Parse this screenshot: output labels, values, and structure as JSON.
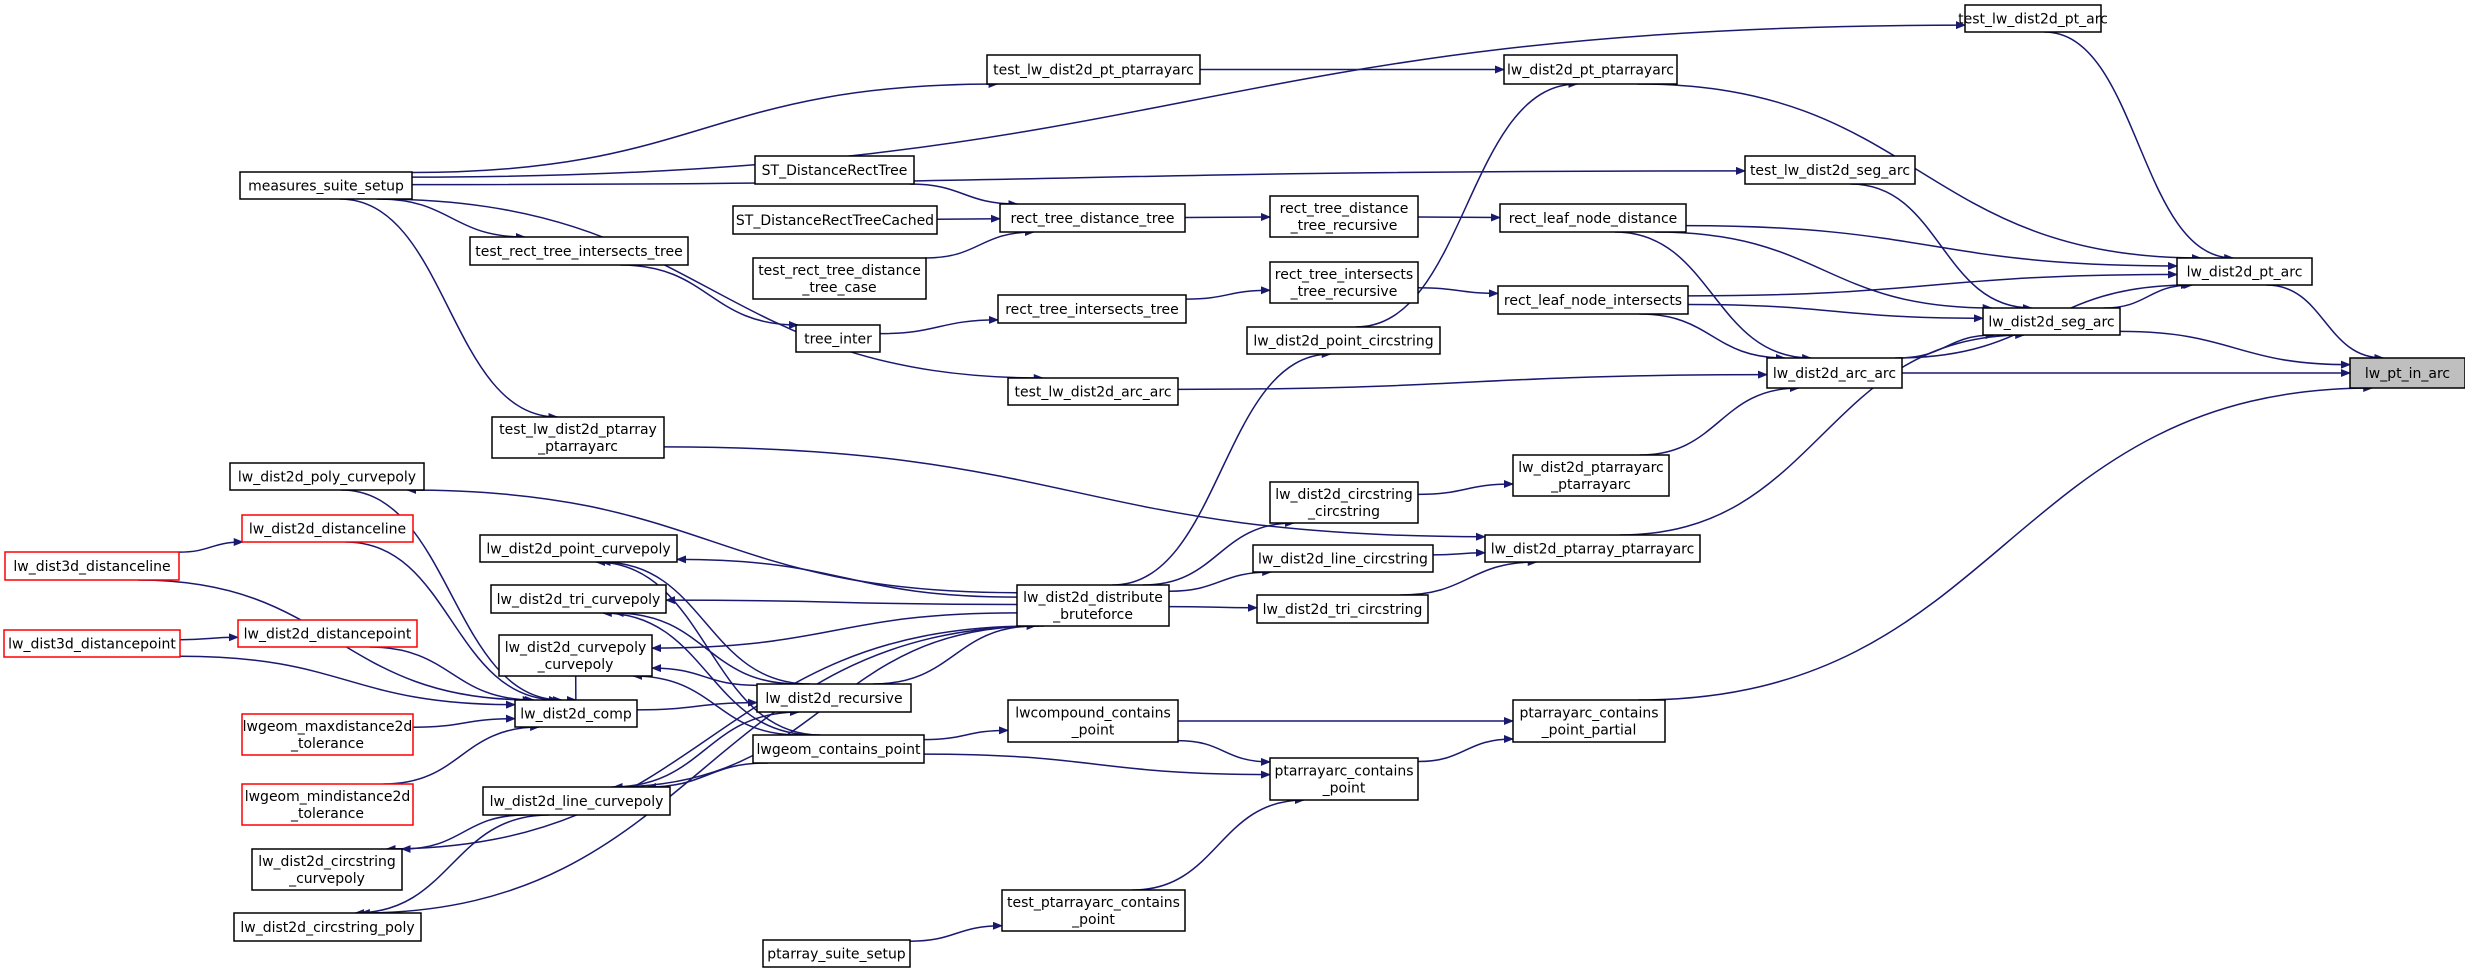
{
  "nodes": [
    {
      "id": "lw_pt_in_arc",
      "lines": [
        "lw_pt_in_arc"
      ],
      "style": "focus"
    },
    {
      "id": "lw_dist2d_pt_arc",
      "lines": [
        "lw_dist2d_pt_arc"
      ],
      "style": "normal"
    },
    {
      "id": "lw_dist2d_seg_arc",
      "lines": [
        "lw_dist2d_seg_arc"
      ],
      "style": "normal"
    },
    {
      "id": "lw_dist2d_arc_arc",
      "lines": [
        "lw_dist2d_arc_arc"
      ],
      "style": "normal"
    },
    {
      "id": "ptarrayarc_contains_point_partial",
      "lines": [
        "ptarrayarc_contains",
        "_point_partial"
      ],
      "style": "normal"
    },
    {
      "id": "test_lw_dist2d_pt_arc",
      "lines": [
        "test_lw_dist2d_pt_arc"
      ],
      "style": "normal"
    },
    {
      "id": "lw_dist2d_pt_ptarrayarc",
      "lines": [
        "lw_dist2d_pt_ptarrayarc"
      ],
      "style": "normal"
    },
    {
      "id": "test_lw_dist2d_seg_arc",
      "lines": [
        "test_lw_dist2d_seg_arc"
      ],
      "style": "normal"
    },
    {
      "id": "rect_leaf_node_distance",
      "lines": [
        "rect_leaf_node_distance"
      ],
      "style": "normal"
    },
    {
      "id": "rect_leaf_node_intersects",
      "lines": [
        "rect_leaf_node_intersects"
      ],
      "style": "normal"
    },
    {
      "id": "lw_dist2d_ptarrayarc_ptarrayarc",
      "lines": [
        "lw_dist2d_ptarrayarc",
        "_ptarrayarc"
      ],
      "style": "normal"
    },
    {
      "id": "lw_dist2d_ptarray_ptarrayarc",
      "lines": [
        "lw_dist2d_ptarray_ptarrayarc"
      ],
      "style": "normal"
    },
    {
      "id": "ptarrayarc_contains_point",
      "lines": [
        "ptarrayarc_contains",
        "_point"
      ],
      "style": "normal"
    },
    {
      "id": "test_lw_dist2d_pt_ptarrayarc",
      "lines": [
        "test_lw_dist2d_pt_ptarrayarc"
      ],
      "style": "normal"
    },
    {
      "id": "rect_tree_distance_tree_recursive",
      "lines": [
        "rect_tree_distance",
        "_tree_recursive"
      ],
      "style": "normal"
    },
    {
      "id": "rect_tree_intersects_tree_recursive",
      "lines": [
        "rect_tree_intersects",
        "_tree_recursive"
      ],
      "style": "normal"
    },
    {
      "id": "lw_dist2d_point_circstring",
      "lines": [
        "lw_dist2d_point_circstring"
      ],
      "style": "normal"
    },
    {
      "id": "lw_dist2d_circstring_circstring",
      "lines": [
        "lw_dist2d_circstring",
        "_circstring"
      ],
      "style": "normal"
    },
    {
      "id": "lw_dist2d_line_circstring",
      "lines": [
        "lw_dist2d_line_circstring"
      ],
      "style": "normal"
    },
    {
      "id": "lw_dist2d_tri_circstring",
      "lines": [
        "lw_dist2d_tri_circstring"
      ],
      "style": "normal"
    },
    {
      "id": "lwcompound_contains_point",
      "lines": [
        "lwcompound_contains",
        "_point"
      ],
      "style": "normal"
    },
    {
      "id": "test_ptarrayarc_contains_point",
      "lines": [
        "test_ptarrayarc_contains",
        "_point"
      ],
      "style": "normal"
    },
    {
      "id": "rect_tree_distance_tree",
      "lines": [
        "rect_tree_distance_tree"
      ],
      "style": "normal"
    },
    {
      "id": "rect_tree_intersects_tree",
      "lines": [
        "rect_tree_intersects_tree"
      ],
      "style": "normal"
    },
    {
      "id": "test_lw_dist2d_arc_arc",
      "lines": [
        "test_lw_dist2d_arc_arc"
      ],
      "style": "normal"
    },
    {
      "id": "lw_dist2d_distribute_bruteforce",
      "lines": [
        "lw_dist2d_distribute",
        "_bruteforce"
      ],
      "style": "normal"
    },
    {
      "id": "ptarray_suite_setup",
      "lines": [
        "ptarray_suite_setup"
      ],
      "style": "normal"
    },
    {
      "id": "ST_DistanceRectTree",
      "lines": [
        "ST_DistanceRectTree"
      ],
      "style": "normal"
    },
    {
      "id": "ST_DistanceRectTreeCached",
      "lines": [
        "ST_DistanceRectTreeCached"
      ],
      "style": "normal"
    },
    {
      "id": "test_rect_tree_distance_tree_case",
      "lines": [
        "test_rect_tree_distance",
        "_tree_case"
      ],
      "style": "normal"
    },
    {
      "id": "tree_inter",
      "lines": [
        "tree_inter"
      ],
      "style": "normal"
    },
    {
      "id": "measures_suite_setup",
      "lines": [
        "measures_suite_setup"
      ],
      "style": "normal"
    },
    {
      "id": "test_rect_tree_intersects_tree",
      "lines": [
        "test_rect_tree_intersects_tree"
      ],
      "style": "normal"
    },
    {
      "id": "test_lw_dist2d_ptarray_ptarrayarc",
      "lines": [
        "test_lw_dist2d_ptarray",
        "_ptarrayarc"
      ],
      "style": "normal"
    },
    {
      "id": "lw_dist2d_point_curvepoly",
      "lines": [
        "lw_dist2d_point_curvepoly"
      ],
      "style": "normal"
    },
    {
      "id": "lw_dist2d_tri_curvepoly",
      "lines": [
        "lw_dist2d_tri_curvepoly"
      ],
      "style": "normal"
    },
    {
      "id": "lw_dist2d_curvepoly_curvepoly",
      "lines": [
        "lw_dist2d_curvepoly",
        "_curvepoly"
      ],
      "style": "normal"
    },
    {
      "id": "lw_dist2d_recursive",
      "lines": [
        "lw_dist2d_recursive"
      ],
      "style": "normal"
    },
    {
      "id": "lwgeom_contains_point",
      "lines": [
        "lwgeom_contains_point"
      ],
      "style": "normal"
    },
    {
      "id": "lw_dist2d_line_curvepoly",
      "lines": [
        "lw_dist2d_line_curvepoly"
      ],
      "style": "normal"
    },
    {
      "id": "lw_dist2d_poly_curvepoly",
      "lines": [
        "lw_dist2d_poly_curvepoly"
      ],
      "style": "normal"
    },
    {
      "id": "lw_dist2d_circstring_curvepoly",
      "lines": [
        "lw_dist2d_circstring",
        "_curvepoly"
      ],
      "style": "normal"
    },
    {
      "id": "lw_dist2d_circstring_poly",
      "lines": [
        "lw_dist2d_circstring_poly"
      ],
      "style": "normal"
    },
    {
      "id": "lw_dist2d_comp",
      "lines": [
        "lw_dist2d_comp"
      ],
      "style": "normal"
    },
    {
      "id": "lw_dist2d_distanceline",
      "lines": [
        "lw_dist2d_distanceline"
      ],
      "style": "red"
    },
    {
      "id": "lw_dist2d_distancepoint",
      "lines": [
        "lw_dist2d_distancepoint"
      ],
      "style": "red"
    },
    {
      "id": "lwgeom_maxdistance2d_tolerance",
      "lines": [
        "lwgeom_maxdistance2d",
        "_tolerance"
      ],
      "style": "red"
    },
    {
      "id": "lwgeom_mindistance2d_tolerance",
      "lines": [
        "lwgeom_mindistance2d",
        "_tolerance"
      ],
      "style": "red"
    },
    {
      "id": "lw_dist3d_distanceline",
      "lines": [
        "lw_dist3d_distanceline"
      ],
      "style": "red"
    },
    {
      "id": "lw_dist3d_distancepoint",
      "lines": [
        "lw_dist3d_distancepoint"
      ],
      "style": "red"
    }
  ],
  "edges": [
    [
      "lw_dist2d_pt_arc",
      "lw_pt_in_arc"
    ],
    [
      "lw_dist2d_seg_arc",
      "lw_pt_in_arc"
    ],
    [
      "lw_dist2d_arc_arc",
      "lw_pt_in_arc"
    ],
    [
      "ptarrayarc_contains_point_partial",
      "lw_pt_in_arc"
    ],
    [
      "test_lw_dist2d_pt_arc",
      "lw_dist2d_pt_arc"
    ],
    [
      "lw_dist2d_pt_ptarrayarc",
      "lw_dist2d_pt_arc"
    ],
    [
      "rect_leaf_node_distance",
      "lw_dist2d_pt_arc"
    ],
    [
      "rect_leaf_node_intersects",
      "lw_dist2d_pt_arc"
    ],
    [
      "lw_dist2d_seg_arc",
      "lw_dist2d_pt_arc"
    ],
    [
      "lw_dist2d_arc_arc",
      "lw_dist2d_pt_arc"
    ],
    [
      "test_lw_dist2d_seg_arc",
      "lw_dist2d_seg_arc"
    ],
    [
      "rect_leaf_node_distance",
      "lw_dist2d_seg_arc"
    ],
    [
      "rect_leaf_node_intersects",
      "lw_dist2d_seg_arc"
    ],
    [
      "lw_dist2d_arc_arc",
      "lw_dist2d_seg_arc"
    ],
    [
      "lw_dist2d_ptarray_ptarrayarc",
      "lw_dist2d_seg_arc"
    ],
    [
      "rect_leaf_node_distance",
      "lw_dist2d_arc_arc"
    ],
    [
      "rect_leaf_node_intersects",
      "lw_dist2d_arc_arc"
    ],
    [
      "test_lw_dist2d_arc_arc",
      "lw_dist2d_arc_arc"
    ],
    [
      "lw_dist2d_ptarrayarc_ptarrayarc",
      "lw_dist2d_arc_arc"
    ],
    [
      "lwcompound_contains_point",
      "ptarrayarc_contains_point_partial"
    ],
    [
      "ptarrayarc_contains_point",
      "ptarrayarc_contains_point_partial"
    ],
    [
      "measures_suite_setup",
      "test_lw_dist2d_pt_arc"
    ],
    [
      "test_lw_dist2d_pt_ptarrayarc",
      "lw_dist2d_pt_ptarrayarc"
    ],
    [
      "lw_dist2d_point_circstring",
      "lw_dist2d_pt_ptarrayarc"
    ],
    [
      "measures_suite_setup",
      "test_lw_dist2d_seg_arc"
    ],
    [
      "rect_tree_distance_tree_recursive",
      "rect_leaf_node_distance"
    ],
    [
      "rect_tree_intersects_tree_recursive",
      "rect_leaf_node_intersects"
    ],
    [
      "lw_dist2d_circstring_circstring",
      "lw_dist2d_ptarrayarc_ptarrayarc"
    ],
    [
      "lw_dist2d_line_circstring",
      "lw_dist2d_ptarray_ptarrayarc"
    ],
    [
      "lw_dist2d_tri_circstring",
      "lw_dist2d_ptarray_ptarrayarc"
    ],
    [
      "test_lw_dist2d_ptarray_ptarrayarc",
      "lw_dist2d_ptarray_ptarrayarc"
    ],
    [
      "lwgeom_contains_point",
      "ptarrayarc_contains_point"
    ],
    [
      "lwcompound_contains_point",
      "ptarrayarc_contains_point"
    ],
    [
      "test_ptarrayarc_contains_point",
      "ptarrayarc_contains_point"
    ],
    [
      "measures_suite_setup",
      "test_lw_dist2d_pt_ptarrayarc"
    ],
    [
      "rect_tree_distance_tree",
      "rect_tree_distance_tree_recursive"
    ],
    [
      "rect_tree_intersects_tree",
      "rect_tree_intersects_tree_recursive"
    ],
    [
      "lw_dist2d_distribute_bruteforce",
      "lw_dist2d_point_circstring"
    ],
    [
      "lw_dist2d_distribute_bruteforce",
      "lw_dist2d_circstring_circstring"
    ],
    [
      "lw_dist2d_distribute_bruteforce",
      "lw_dist2d_line_circstring"
    ],
    [
      "lw_dist2d_distribute_bruteforce",
      "lw_dist2d_tri_circstring"
    ],
    [
      "lwgeom_contains_point",
      "lwcompound_contains_point"
    ],
    [
      "ptarray_suite_setup",
      "test_ptarrayarc_contains_point"
    ],
    [
      "ST_DistanceRectTree",
      "rect_tree_distance_tree"
    ],
    [
      "ST_DistanceRectTreeCached",
      "rect_tree_distance_tree"
    ],
    [
      "test_rect_tree_distance_tree_case",
      "rect_tree_distance_tree"
    ],
    [
      "tree_inter",
      "rect_tree_intersects_tree"
    ],
    [
      "measures_suite_setup",
      "test_lw_dist2d_arc_arc"
    ],
    [
      "measures_suite_setup",
      "test_rect_tree_intersects_tree"
    ],
    [
      "test_rect_tree_intersects_tree",
      "tree_inter"
    ],
    [
      "measures_suite_setup",
      "test_lw_dist2d_ptarray_ptarrayarc"
    ],
    [
      "lw_dist2d_recursive",
      "lw_dist2d_distribute_bruteforce"
    ],
    [
      "lw_dist2d_distribute_bruteforce",
      "lw_dist2d_poly_curvepoly"
    ],
    [
      "lw_dist2d_distribute_bruteforce",
      "lw_dist2d_point_curvepoly"
    ],
    [
      "lw_dist2d_distribute_bruteforce",
      "lw_dist2d_tri_curvepoly"
    ],
    [
      "lw_dist2d_distribute_bruteforce",
      "lw_dist2d_curvepoly_curvepoly"
    ],
    [
      "lw_dist2d_distribute_bruteforce",
      "lw_dist2d_line_curvepoly"
    ],
    [
      "lw_dist2d_distribute_bruteforce",
      "lw_dist2d_circstring_curvepoly"
    ],
    [
      "lw_dist2d_distribute_bruteforce",
      "lw_dist2d_circstring_poly"
    ],
    [
      "lw_dist2d_recursive",
      "lw_dist2d_point_curvepoly"
    ],
    [
      "lw_dist2d_recursive",
      "lw_dist2d_tri_curvepoly"
    ],
    [
      "lw_dist2d_recursive",
      "lw_dist2d_curvepoly_curvepoly"
    ],
    [
      "lw_dist2d_comp",
      "lw_dist2d_recursive"
    ],
    [
      "lw_dist2d_line_curvepoly",
      "lw_dist2d_recursive"
    ],
    [
      "lwgeom_contains_point",
      "lw_dist2d_point_curvepoly"
    ],
    [
      "lwgeom_contains_point",
      "lw_dist2d_tri_curvepoly"
    ],
    [
      "lwgeom_contains_point",
      "lw_dist2d_curvepoly_curvepoly"
    ],
    [
      "lwgeom_contains_point",
      "lw_dist2d_line_curvepoly"
    ],
    [
      "lw_dist2d_line_curvepoly",
      "lw_dist2d_circstring_curvepoly"
    ],
    [
      "lw_dist2d_line_curvepoly",
      "lw_dist2d_circstring_poly"
    ],
    [
      "lw_dist2d_distanceline",
      "lw_dist2d_comp"
    ],
    [
      "lw_dist2d_distancepoint",
      "lw_dist2d_comp"
    ],
    [
      "lwgeom_maxdistance2d_tolerance",
      "lw_dist2d_comp"
    ],
    [
      "lwgeom_mindistance2d_tolerance",
      "lw_dist2d_comp"
    ],
    [
      "lw_dist2d_poly_curvepoly",
      "lw_dist2d_comp"
    ],
    [
      "lw_dist2d_curvepoly_curvepoly",
      "lw_dist2d_comp"
    ],
    [
      "lw_dist3d_distanceline",
      "lw_dist2d_comp"
    ],
    [
      "lw_dist3d_distancepoint",
      "lw_dist2d_comp"
    ],
    [
      "lw_dist3d_distanceline",
      "lw_dist2d_distanceline"
    ],
    [
      "lw_dist3d_distancepoint",
      "lw_dist2d_distancepoint"
    ]
  ]
}
